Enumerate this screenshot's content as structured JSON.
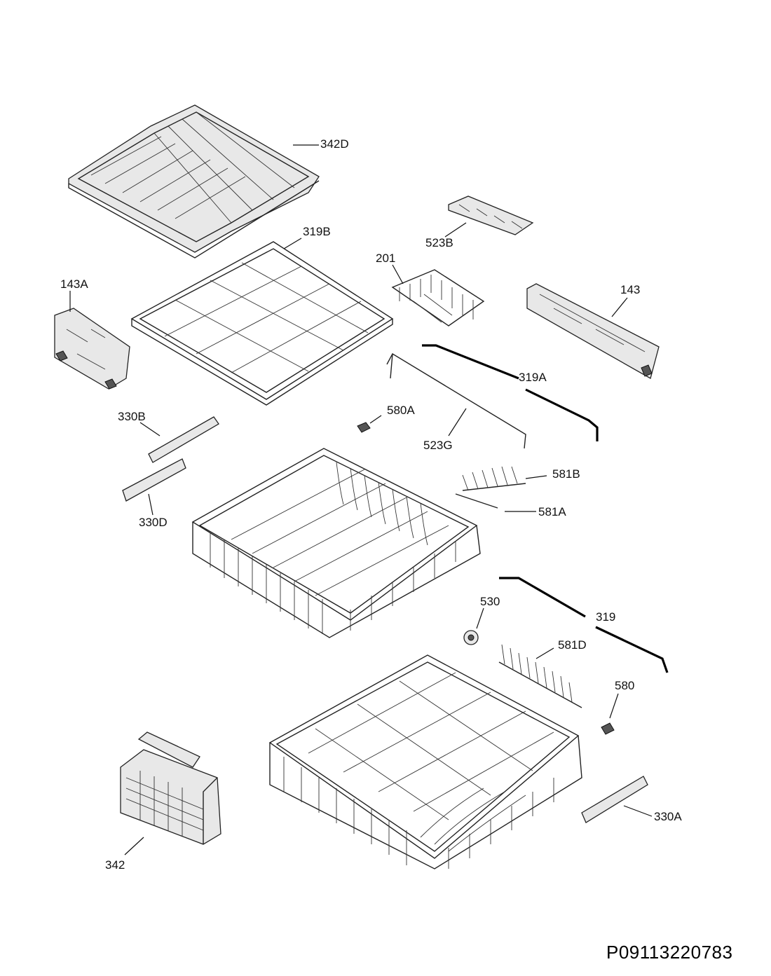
{
  "diagram": {
    "labels": {
      "p342D": "342D",
      "p319B": "319B",
      "p201": "201",
      "p523B": "523B",
      "p143A": "143A",
      "p143": "143",
      "p319A": "319A",
      "p580A": "580A",
      "p330B": "330B",
      "p523G": "523G",
      "p581B": "581B",
      "p330D": "330D",
      "p581A": "581A",
      "p530": "530",
      "p319": "319",
      "p581D": "581D",
      "p580": "580",
      "p330A": "330A",
      "p342": "342"
    },
    "code": "P09113220783"
  }
}
